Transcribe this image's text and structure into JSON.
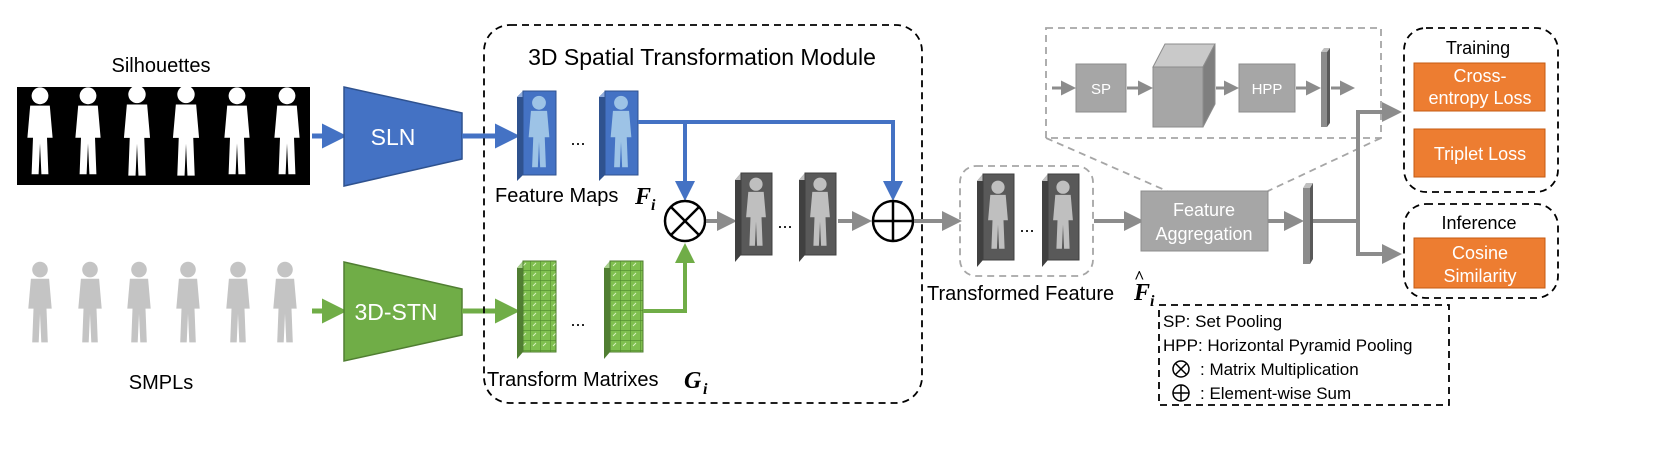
{
  "inputs": {
    "silhouettes_label": "Silhouettes",
    "smpls_label": "SMPLs"
  },
  "networks": {
    "sln_label": "SLN",
    "stn_label": "3D-STN"
  },
  "module": {
    "title": "3D Spatial Transformation Module",
    "feature_maps_label": "Feature Maps",
    "feature_maps_symbol": "F",
    "transform_label": "Transform Matrixes",
    "transform_symbol": "G",
    "subscript": "i",
    "ellipsis": "..."
  },
  "transformed": {
    "label": "Transformed Feature",
    "symbol": "F",
    "hat": "^",
    "subscript": "i",
    "ellipsis": "..."
  },
  "aggregation": {
    "label_line1": "Feature",
    "label_line2": "Aggregation",
    "sp_label": "SP",
    "hpp_label": "HPP"
  },
  "training": {
    "title": "Training",
    "loss1_line1": "Cross-",
    "loss1_line2": "entropy Loss",
    "loss2": "Triplet Loss"
  },
  "inference": {
    "title": "Inference",
    "line1": "Cosine",
    "line2": "Similarity"
  },
  "legend": {
    "sp": "SP: Set Pooling",
    "hpp": "HPP: Horizontal Pyramid Pooling",
    "matmul": ": Matrix Multiplication",
    "sum": ": Element-wise Sum"
  },
  "colors": {
    "blue": "#4472c4",
    "green": "#70ad47",
    "gray": "#8c8c8c",
    "orange": "#ed7d31"
  }
}
